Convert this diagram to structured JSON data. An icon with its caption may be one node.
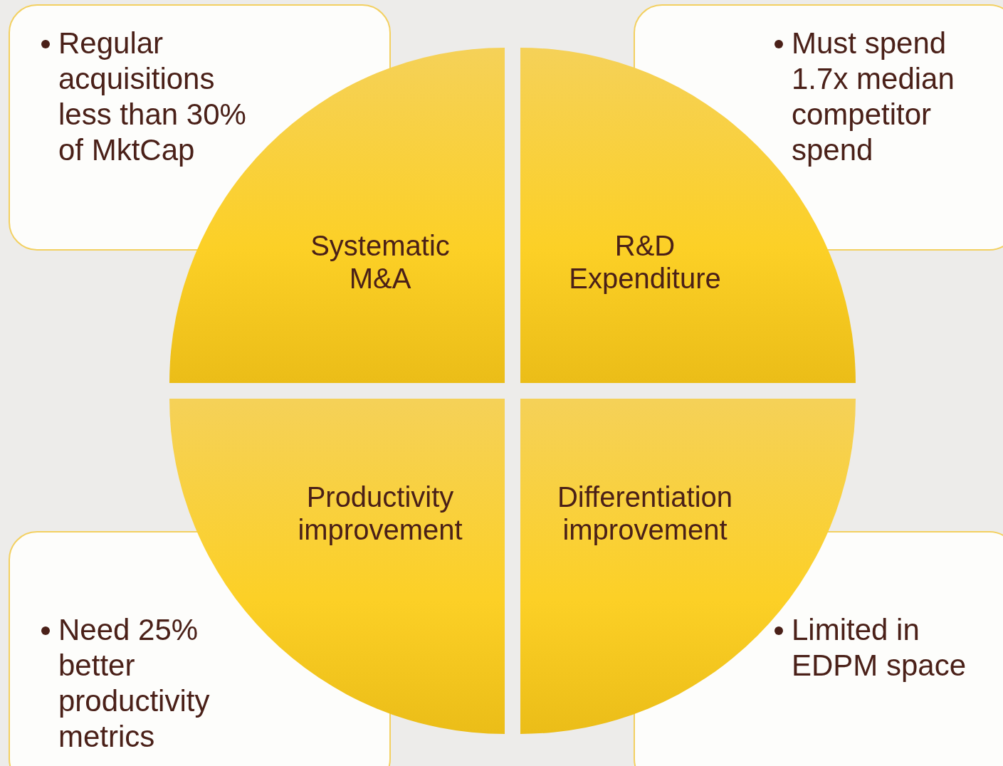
{
  "diagram": {
    "nodes": [
      {
        "text": [
          "Regular acquisitions less than 30% of MktCap"
        ]
      },
      {
        "text": [
          "Must spend 1.7x median competitor spend"
        ]
      },
      {
        "text": [
          "Systematic M&A"
        ]
      },
      {
        "text": [
          "R&D Expenditure"
        ]
      },
      {
        "text": [
          "Productivity improvement"
        ]
      },
      {
        "text": [
          "Differentiation improvement"
        ]
      },
      {
        "text": [
          "Need 25% better productivity metrics"
        ]
      },
      {
        "text": [
          "Limited in EDPM space"
        ]
      }
    ]
  }
}
